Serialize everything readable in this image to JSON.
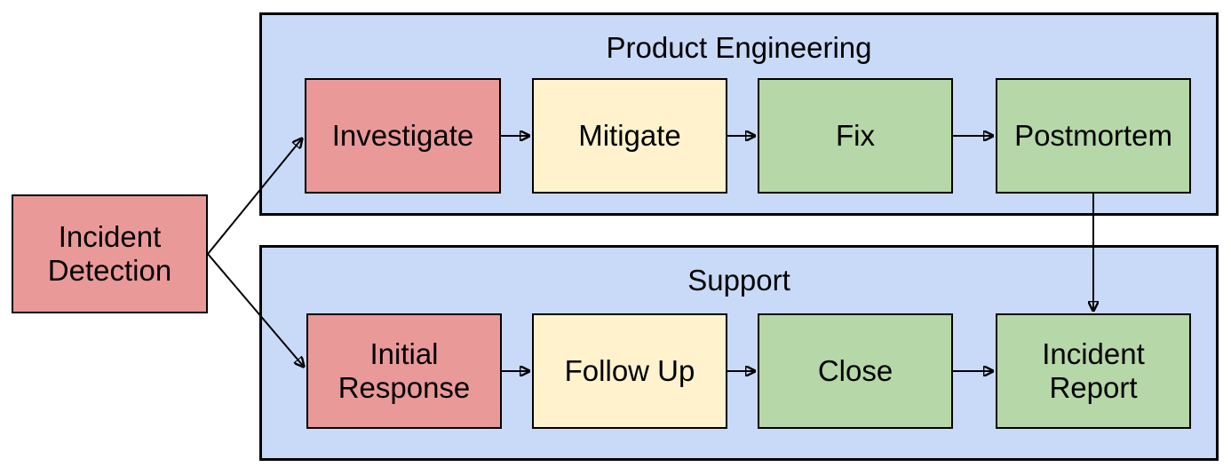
{
  "diagram": {
    "start": {
      "label": "Incident\nDetection",
      "color": "red"
    },
    "lanes": [
      {
        "title": "Product Engineering",
        "steps": [
          {
            "label": "Investigate",
            "color": "red"
          },
          {
            "label": "Mitigate",
            "color": "yellow"
          },
          {
            "label": "Fix",
            "color": "green"
          },
          {
            "label": "Postmortem",
            "color": "green"
          }
        ]
      },
      {
        "title": "Support",
        "steps": [
          {
            "label": "Initial\nResponse",
            "color": "red"
          },
          {
            "label": "Follow Up",
            "color": "yellow"
          },
          {
            "label": "Close",
            "color": "green"
          },
          {
            "label": "Incident\nReport",
            "color": "green"
          }
        ]
      }
    ],
    "edges": [
      {
        "from": "Incident Detection",
        "to": "Investigate"
      },
      {
        "from": "Incident Detection",
        "to": "Initial Response"
      },
      {
        "from": "Investigate",
        "to": "Mitigate"
      },
      {
        "from": "Mitigate",
        "to": "Fix"
      },
      {
        "from": "Fix",
        "to": "Postmortem"
      },
      {
        "from": "Initial Response",
        "to": "Follow Up"
      },
      {
        "from": "Follow Up",
        "to": "Close"
      },
      {
        "from": "Close",
        "to": "Incident Report"
      },
      {
        "from": "Postmortem",
        "to": "Incident Report"
      }
    ],
    "colors": {
      "lane": "#c9daf8",
      "red": "#ea9999",
      "yellow": "#fff2cc",
      "green": "#b6d7a8",
      "border": "#000000",
      "arrow": "#000000",
      "background": "#ffffff"
    }
  }
}
